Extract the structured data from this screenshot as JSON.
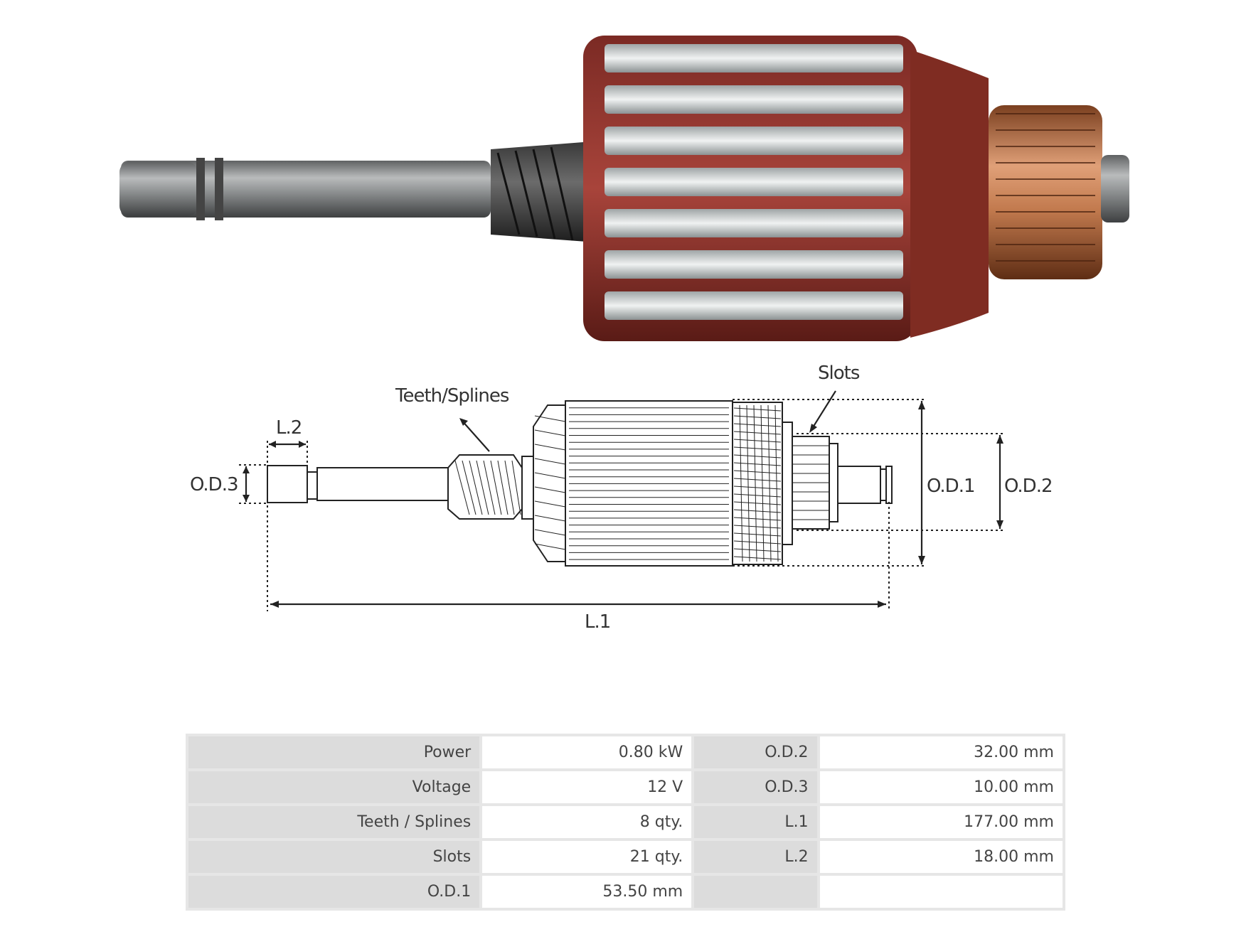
{
  "diagram": {
    "labels": {
      "teeth": "Teeth/Splines",
      "slots": "Slots",
      "l2": "L.2",
      "od3": "O.D.3",
      "od1": "O.D.1",
      "od2": "O.D.2",
      "l1": "L.1"
    }
  },
  "specs": {
    "rows": [
      {
        "k1": "Power",
        "v1": "0.80 kW",
        "k2": "O.D.2",
        "v2": "32.00 mm"
      },
      {
        "k1": "Voltage",
        "v1": "12 V",
        "k2": "O.D.3",
        "v2": "10.00 mm"
      },
      {
        "k1": "Teeth / Splines",
        "v1": "8 qty.",
        "k2": "L.1",
        "v2": "177.00 mm"
      },
      {
        "k1": "Slots",
        "v1": "21 qty.",
        "k2": "L.2",
        "v2": "18.00 mm"
      },
      {
        "k1": "O.D.1",
        "v1": "53.50 mm",
        "k2": "",
        "v2": ""
      }
    ]
  }
}
